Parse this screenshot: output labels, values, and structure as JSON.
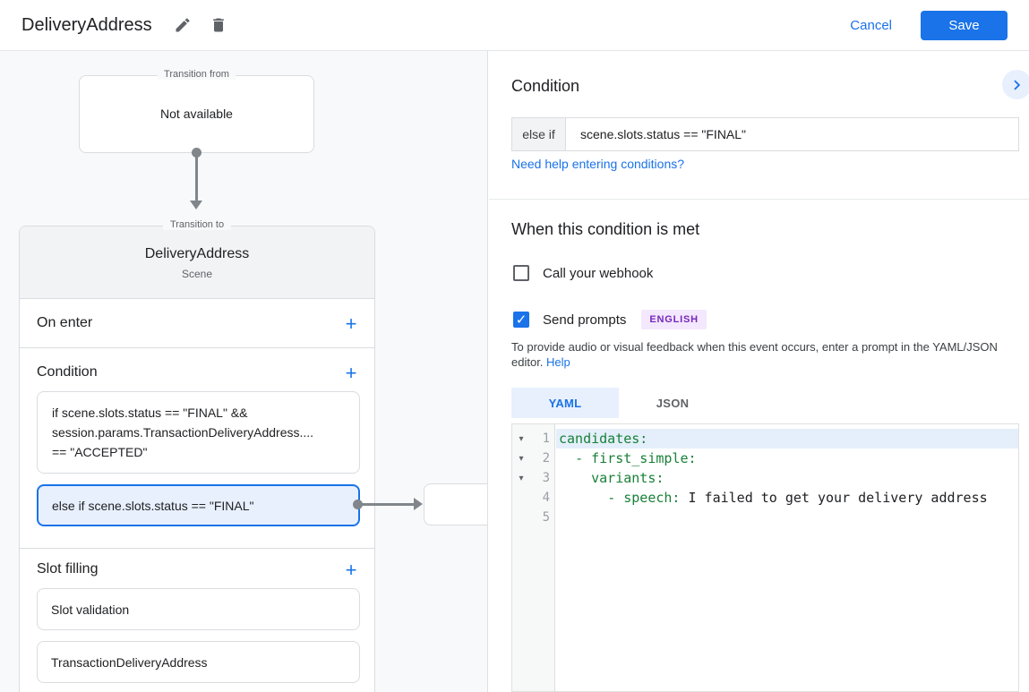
{
  "icons": {
    "add": "+",
    "check": "✓",
    "fold_arrow": "▾"
  },
  "colors": {
    "accent": "#1a73e8",
    "selected_bg": "#e8f0fe",
    "key_green": "#188038",
    "badge_bg": "#f3e8fd",
    "badge_text": "#7627bb",
    "connector_gray": "#80868b"
  },
  "header": {
    "title": "DeliveryAddress",
    "cancel_label": "Cancel",
    "save_label": "Save"
  },
  "diagram": {
    "transition_from": {
      "label": "Transition from",
      "content": "Not available"
    },
    "scene": {
      "label": "Transition to",
      "name": "DeliveryAddress",
      "type": "Scene",
      "on_enter": {
        "title": "On enter"
      },
      "condition": {
        "title": "Condition",
        "items": [
          {
            "lines": [
              "if scene.slots.status == \"FINAL\" &&",
              "session.params.TransactionDeliveryAddress....",
              "== \"ACCEPTED\""
            ],
            "selected": false
          },
          {
            "text": "else if scene.slots.status == \"FINAL\"",
            "selected": true
          }
        ]
      },
      "slot_filling": {
        "title": "Slot filling",
        "items": [
          {
            "text": "Slot validation"
          },
          {
            "text": "TransactionDeliveryAddress"
          }
        ]
      }
    }
  },
  "condition_panel": {
    "heading": "Condition",
    "prefix": "else if",
    "expression": "scene.slots.status == \"FINAL\"",
    "help_link": "Need help entering conditions?"
  },
  "when_met": {
    "heading": "When this condition is met",
    "webhook": {
      "label": "Call your webhook",
      "checked": false
    },
    "send_prompts": {
      "label": "Send prompts",
      "checked": true,
      "badge": "ENGLISH"
    },
    "description": "To provide audio or visual feedback when this event occurs, enter a prompt in the YAML/JSON editor.",
    "help_label": "Help"
  },
  "editor": {
    "tabs": [
      {
        "label": "YAML",
        "active": true
      },
      {
        "label": "JSON",
        "active": false
      }
    ],
    "lines": [
      {
        "num": "1",
        "fold": true,
        "highlight": true,
        "segments": [
          {
            "text": "candidates:",
            "type": "key"
          }
        ]
      },
      {
        "num": "2",
        "fold": true,
        "highlight": false,
        "segments": [
          {
            "text": "  ",
            "type": "plain"
          },
          {
            "text": "- first_simple:",
            "type": "key"
          }
        ]
      },
      {
        "num": "3",
        "fold": true,
        "highlight": false,
        "segments": [
          {
            "text": "    ",
            "type": "plain"
          },
          {
            "text": "variants:",
            "type": "key"
          }
        ]
      },
      {
        "num": "4",
        "fold": false,
        "highlight": false,
        "segments": [
          {
            "text": "      ",
            "type": "plain"
          },
          {
            "text": "- speech:",
            "type": "key"
          },
          {
            "text": " I failed to get your delivery address",
            "type": "plain"
          }
        ]
      },
      {
        "num": "5",
        "fold": false,
        "highlight": false,
        "segments": []
      }
    ]
  }
}
